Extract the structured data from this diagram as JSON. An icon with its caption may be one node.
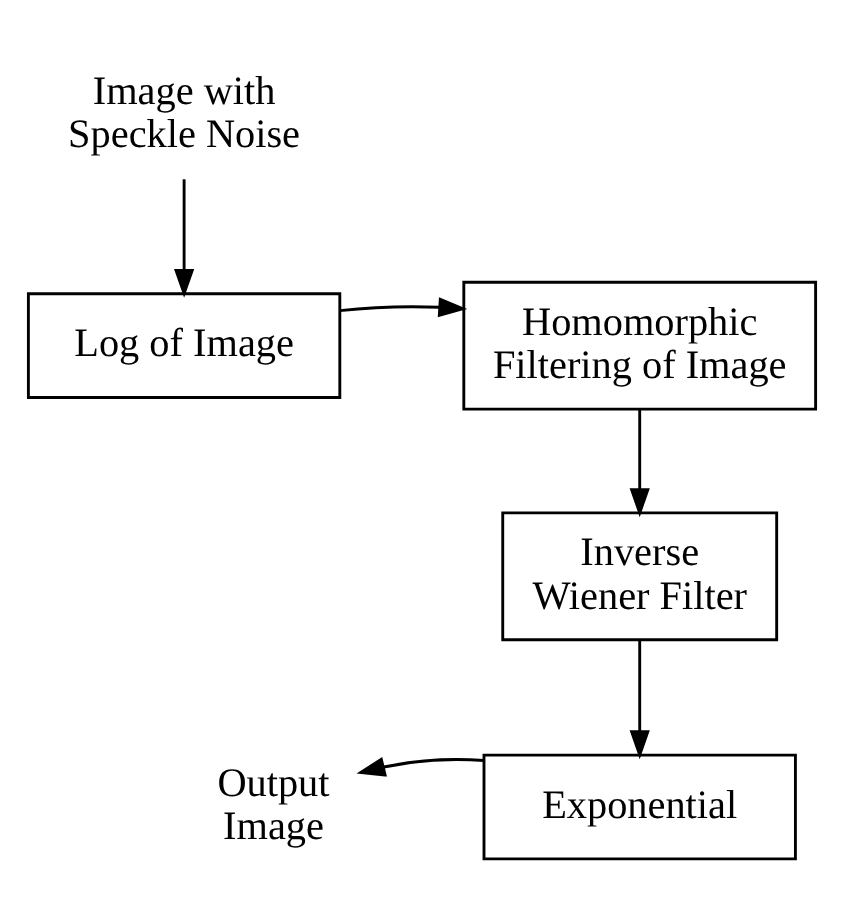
{
  "diagram": {
    "nodes": [
      {
        "text": [
          "Image with Speckle Noise"
        ]
      },
      {
        "text": [
          "Log of Image"
        ]
      },
      {
        "text": [
          "Homomorphic Filtering of Image"
        ]
      },
      {
        "text": [
          "Inverse Wiener Filter"
        ]
      },
      {
        "text": [
          "Exponential"
        ]
      },
      {
        "text": [
          "Output Image"
        ]
      }
    ],
    "edges": [
      {
        "from": 0,
        "to": 1,
        "arrow": "to"
      },
      {
        "from": 1,
        "to": 2,
        "arrow": "to"
      },
      {
        "from": 2,
        "to": 3,
        "arrow": "to"
      },
      {
        "from": 3,
        "to": 4,
        "arrow": "to"
      },
      {
        "from": 4,
        "to": 5,
        "arrow": "to"
      }
    ]
  }
}
